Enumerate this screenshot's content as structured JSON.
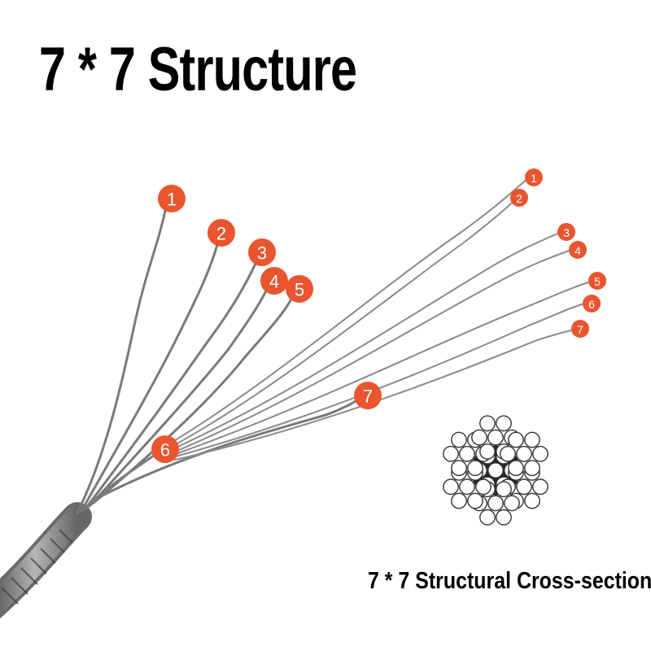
{
  "title": "7 * 7 Structure",
  "subtitle": "7 * 7 Structural Cross-section",
  "colors": {
    "badge": "#e8552e",
    "wire": "#7d7d7d",
    "strand_core": "#2b2222"
  },
  "left_strand_labels": [
    "1",
    "2",
    "3",
    "4",
    "5",
    "6",
    "7"
  ],
  "right_strand_labels": [
    "1",
    "2",
    "3",
    "4",
    "5",
    "6",
    "7"
  ]
}
